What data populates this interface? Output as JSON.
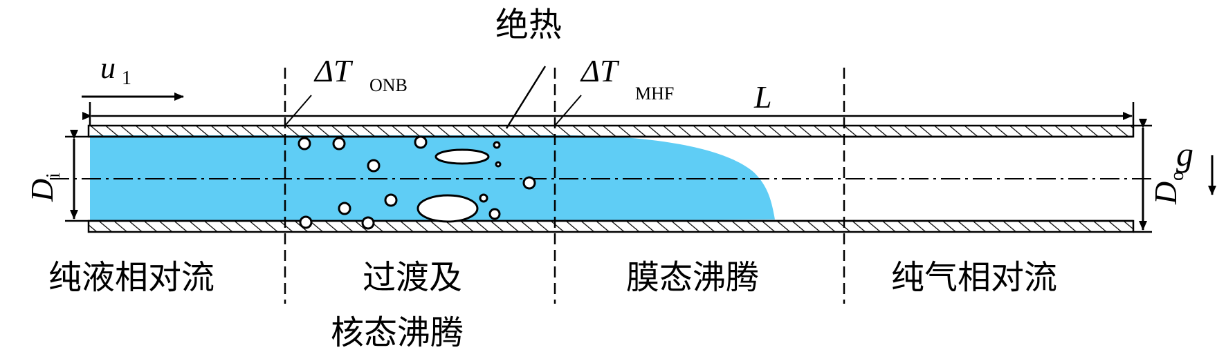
{
  "labels": {
    "adiabatic": "绝热",
    "velocity_symbol": "u",
    "velocity_sub": "1",
    "onb_symbol": "ΔT",
    "onb_sub": "ONB",
    "mhf_symbol": "ΔT",
    "mhf_sub": "MHF",
    "length_symbol": "L",
    "inner_diameter_symbol": "D",
    "inner_diameter_sub": "i",
    "outer_diameter_symbol": "D",
    "outer_diameter_sub": "o",
    "gravity_symbol": "g"
  },
  "regions": [
    {
      "label": "纯液相对流"
    },
    {
      "label_line1": "过渡及",
      "label_line2": "核态沸腾"
    },
    {
      "label": "膜态沸腾"
    },
    {
      "label": "纯气相对流"
    }
  ],
  "colors": {
    "liquid": "#5FCDF5",
    "line": "#000000",
    "bubble_fill": "#FFFFFF"
  }
}
